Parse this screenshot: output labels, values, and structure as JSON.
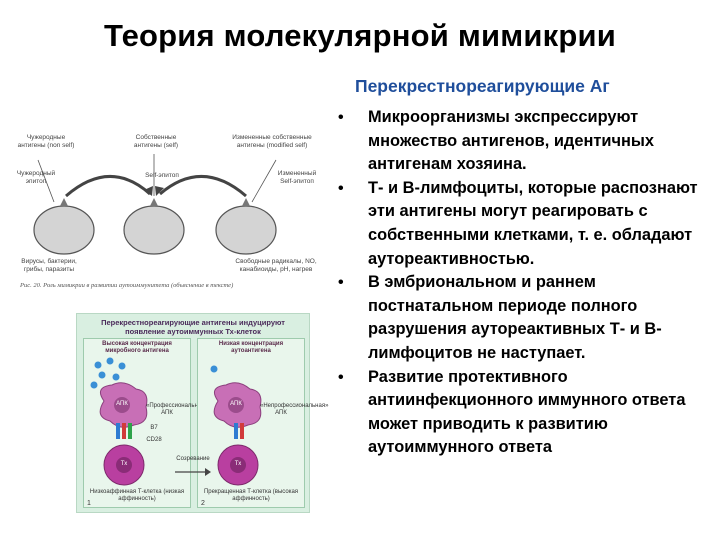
{
  "title": "Теория молекулярной мимикрии",
  "subtitle": "Перекрестнореагирующие Аг",
  "bullets": [
    "Микроорганизмы экспрессируют множество антигенов, идентичных антигенам хозяина.",
    "Т- и В-лимфоциты, которые распознают эти антигены могут реагировать с собственными клетками, т. е. обладают аутореактивностью.",
    "В эмбриональном и раннем постнатальном периоде полного разрушения аутореактивных Т- и В-лимфоцитов не наступает.",
    "Развитие протективного антиинфекционного иммунного ответа может приводить к развитию аутоиммунного ответа"
  ],
  "figure_top": {
    "labels": {
      "foreign_antigens": "Чужеродные антигены (non self)",
      "foreign_epitope": "Чужеродный эпитоп",
      "self_antigens": "Собственные антигены (self)",
      "self_epitope": "Self-эпитоп",
      "altered_self_antigens": "Измененные собственные антигены (modified self)",
      "altered_epitope": "Измененный Self-эпитоп",
      "pathogens": "Вирусы, бактерии, грибы, паразиты",
      "free_radicals": "Свободные радикалы, NO, канабиоиды, pH, нагрев"
    },
    "caption": "Рис. 20. Роль мимикрии в развитии аутоиммунитета (объяснение в тексте)"
  },
  "figure_bottom": {
    "header": "Перекрестнореагирующие антигены индуцируют появление аутоиммунных Тх-клеток",
    "left_panel_title": "Высокая концентрация микробного антигена",
    "right_panel_title": "Низкая концентрация аутоантигена",
    "apc": "АПК",
    "professional_apc": "«Профессиональная» АПК",
    "nonprofessional_apc": "«Непрофессиональная» АПК",
    "b7": "В7",
    "cd28": "CD28",
    "t_cell": "Тх",
    "low_affinity": "Низкоаффинная Т-клетка (низкая аффинность)",
    "high_affinity": "Прекращенная Т-клетка (высокая аффинность)",
    "arrow_label": "Созревание",
    "num1": "1",
    "num2": "2"
  }
}
